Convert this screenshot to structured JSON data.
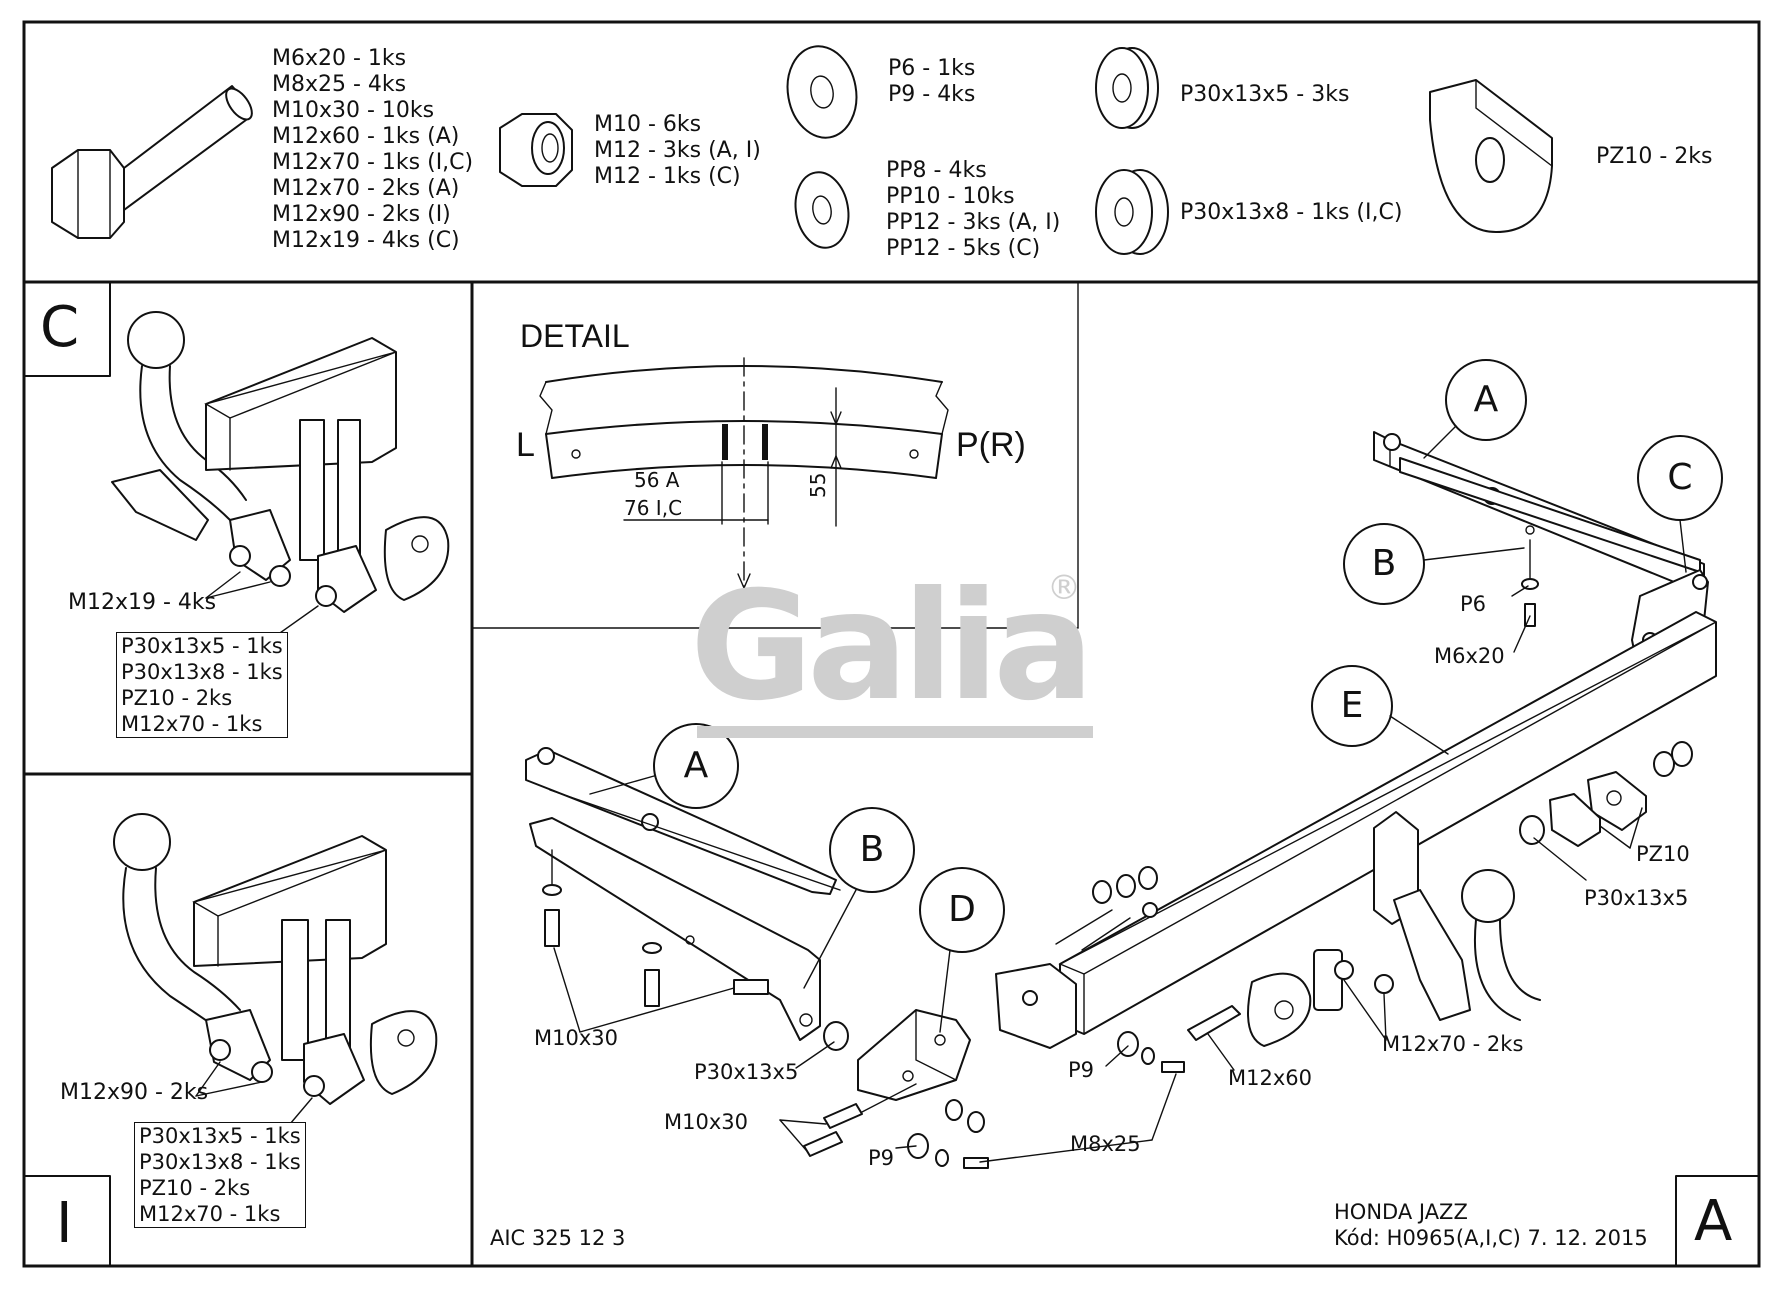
{
  "parts": {
    "bolts": [
      "M6x20 - 1ks",
      "M8x25 - 4ks",
      "M10x30 - 10ks",
      "M12x60 - 1ks (A)",
      "M12x70 - 1ks (I,C)",
      "M12x70 - 2ks (A)",
      "M12x90 - 2ks (I)",
      "M12x19 - 4ks (C)"
    ],
    "nuts": [
      "M10 - 6ks",
      "M12 - 3ks (A, I)",
      "M12 - 1ks (C)"
    ],
    "washers_p": [
      "P6 - 1ks",
      "P9 - 4ks"
    ],
    "washers_pp": [
      "PP8 - 4ks",
      "PP10 - 10ks",
      "PP12 - 3ks (A, I)",
      "PP12 - 5ks (C)"
    ],
    "spacer_5": "P30x13x5 - 3ks",
    "spacer_8": "P30x13x8 - 1ks (I,C)",
    "plate": "PZ10 - 2ks"
  },
  "variant_c": {
    "letter": "C",
    "bolt_label": "M12x19 - 4ks",
    "box": [
      "P30x13x5 - 1ks",
      "P30x13x8 - 1ks",
      "PZ10 - 2ks",
      "M12x70 - 1ks"
    ]
  },
  "variant_i": {
    "letter": "I",
    "bolt_label": "M12x90 - 2ks",
    "box": [
      "P30x13x5 - 1ks",
      "P30x13x8 - 1ks",
      "PZ10 - 2ks",
      "M12x70 - 1ks"
    ]
  },
  "detail": {
    "title": "DETAIL",
    "left": "L",
    "right": "P(R)",
    "dim_a": "56 A",
    "dim_ic": "76 I,C",
    "dim_h": "55"
  },
  "logo": {
    "text": "Galia",
    "mark": "®"
  },
  "assembly": {
    "bubbles": [
      "A",
      "C",
      "B",
      "E",
      "A",
      "B",
      "D"
    ],
    "labels": {
      "p6": "P6",
      "m6x20": "M6x20",
      "pz10": "PZ10",
      "p30x13x5_right": "P30x13x5",
      "m10x30_a": "M10x30",
      "p30x13x5_left": "P30x13x5",
      "m10x30_b": "M10x30",
      "p9_a": "P9",
      "p9_b": "P9",
      "m8x25": "M8x25",
      "m12x60": "M12x60",
      "m12x70": "M12x70 - 2ks"
    }
  },
  "footer": {
    "code": "AIC 325 12 3",
    "model": "HONDA JAZZ",
    "kod": "Kód: H0965(A,I,C)  7. 12. 2015",
    "variant": "A"
  }
}
